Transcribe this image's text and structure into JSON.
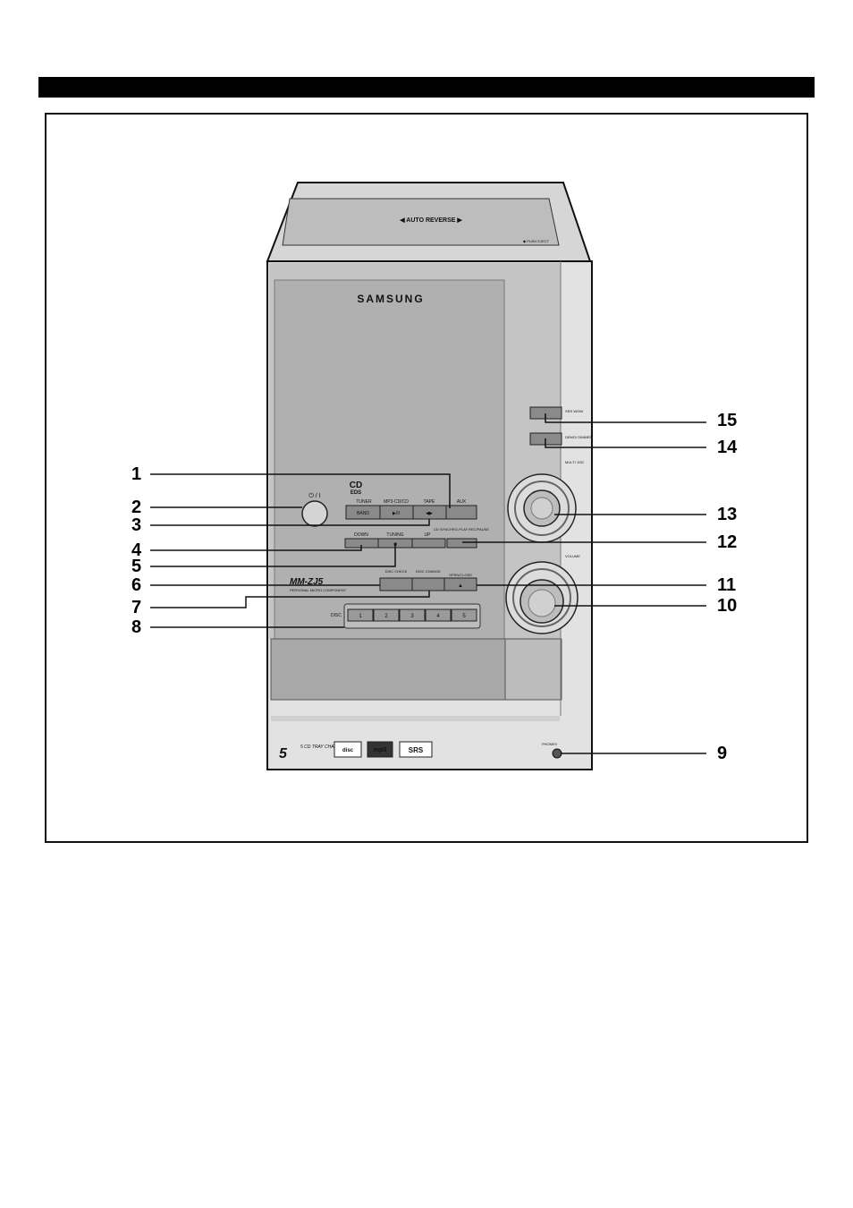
{
  "colors": {
    "header_bar": "#000000",
    "device_gray": "#c9c9c9",
    "panel_gray": "#b4b4b4",
    "outline": "#111111"
  },
  "device": {
    "top_label": "◀ AUTO REVERSE ▶",
    "push_eject": "◆ PUSH EJECT",
    "brand": "SAMSUNG",
    "cd_logo": "CD",
    "eds_logo": "EDS",
    "power_symbol": "⏻ / I",
    "source_labels": [
      "TUNER",
      "MP3-CD/CD",
      "TAPE"
    ],
    "band_button": "BAND",
    "play_pause_symbol": "▶/II",
    "tape_symbol": "◀▶",
    "aux_label": "AUX",
    "tuning_labels": {
      "down": "DOWN",
      "tuning": "TUNING",
      "up": "UP"
    },
    "stop_symbol": "■",
    "cd_synchro_label": "CD SYNCHRO-PLAY REC/PAUSE",
    "model": "MM-ZJ5",
    "model_sub": "PERSONAL MICRO COMPONENT",
    "disc_check": "DISC CHECK",
    "disc_change": "DISC CHANGE",
    "open_close": "OPEN/CLOSE",
    "eject_symbol": "▲",
    "disc_label": "DISC",
    "disc_buttons": [
      "1",
      "2",
      "3",
      "4",
      "5"
    ],
    "srs_wow": "SRS WOW",
    "demo_dimmer": "DEMO/ DIMMER",
    "multi_jog": "MULTI JOG",
    "volume_label": "VOLUME",
    "phones_label": "PHONES",
    "bottom_logos": [
      "5 CD TRAY CHANGER",
      "disc",
      "mp3",
      "SRS"
    ]
  },
  "callouts_left": [
    "1",
    "2",
    "3",
    "4",
    "5",
    "6",
    "7",
    "8"
  ],
  "callouts_right": [
    "15",
    "14",
    "13",
    "12",
    "11",
    "10",
    "9"
  ]
}
